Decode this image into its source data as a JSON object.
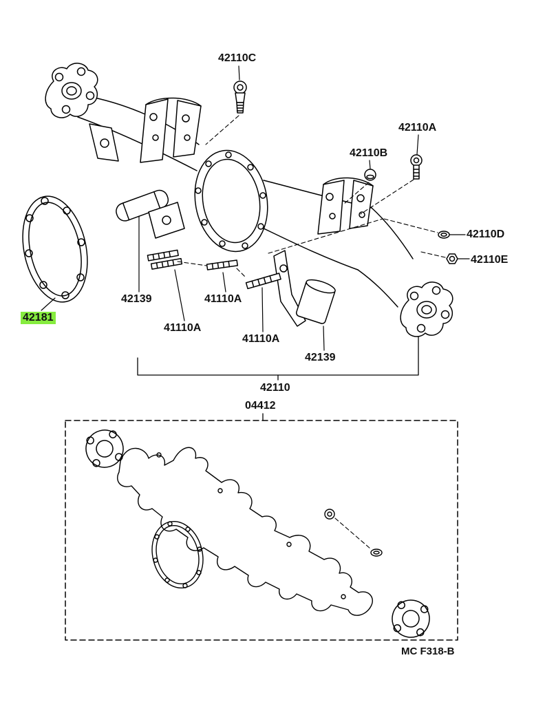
{
  "figure": {
    "footer_code": "MC F318-B"
  },
  "parts": {
    "p42110C": "42110C",
    "p42110A": "42110A",
    "p42110B": "42110B",
    "p42110D": "42110D",
    "p42110E": "42110E",
    "p42181": "42181",
    "p42139_left": "42139",
    "p41110A_top": "41110A",
    "p41110A_left": "41110A",
    "p41110A_mid": "41110A",
    "p42139_right": "42139",
    "p42110_assembly": "42110",
    "p04412_kit": "04412"
  },
  "highlight": {
    "selected_part": "42181",
    "color": "#86EC3F"
  },
  "colors": {
    "line": "#000000",
    "background": "#ffffff"
  }
}
